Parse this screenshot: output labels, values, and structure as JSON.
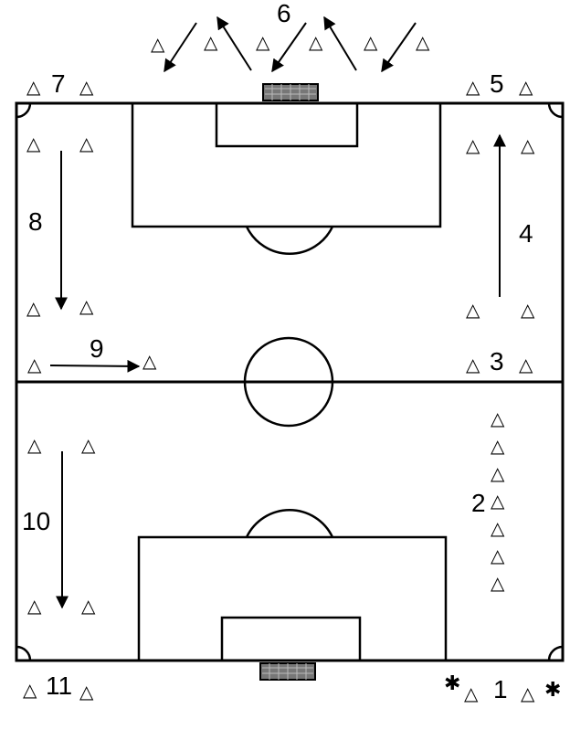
{
  "diagram": {
    "cone_symbol": "△",
    "start_symbol": "✱",
    "stations": [
      "1",
      "2",
      "3",
      "4",
      "5",
      "6",
      "7",
      "8",
      "9",
      "10",
      "11"
    ],
    "icons": {
      "cone": "triangle-cone-icon",
      "start": "start-marker-icon",
      "arrow": "run-arrow-icon",
      "goal": "goal-icon"
    },
    "colors": {
      "ink": "#000000",
      "background": "#ffffff",
      "goal_fill": "#777777"
    }
  }
}
